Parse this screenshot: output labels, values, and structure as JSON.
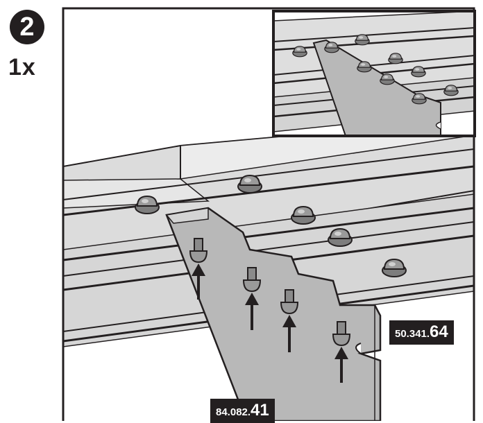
{
  "step": {
    "number": "2",
    "quantity": "1x"
  },
  "parts": [
    {
      "prefix": "50.341.",
      "suffix": "64"
    },
    {
      "prefix": "84.082.",
      "suffix": "41"
    }
  ],
  "colors": {
    "ink": "#231f20",
    "panel": "#d9d9d9",
    "panel_light": "#ececec",
    "panel_dark": "#b8b8b8",
    "background": "#ffffff"
  },
  "icons": {
    "step": "step-number-badge",
    "fastener": "bolt-icon",
    "direction": "arrow-up-icon",
    "detail": "inset-detail-view"
  }
}
